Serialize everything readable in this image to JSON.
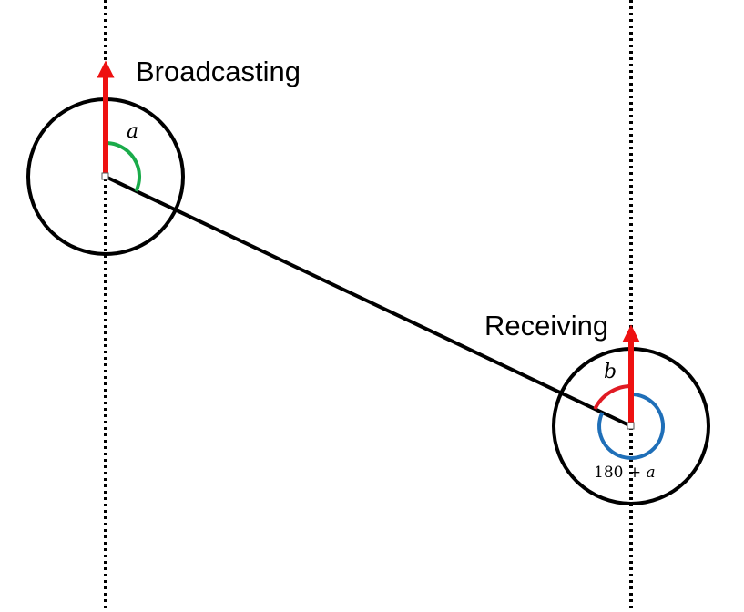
{
  "labels": {
    "broadcasting": "Broadcasting",
    "receiving": "Receiving",
    "angle_a": "a",
    "angle_b": "b",
    "formula_number": "180 + ",
    "formula_var": "a"
  },
  "colors": {
    "line": "#000000",
    "north_arrow": "#ee1111",
    "angle_a_arc": "#1aab4a",
    "angle_b_arc": "#e01b24",
    "angle_180a_arc": "#1f6fb8"
  }
}
